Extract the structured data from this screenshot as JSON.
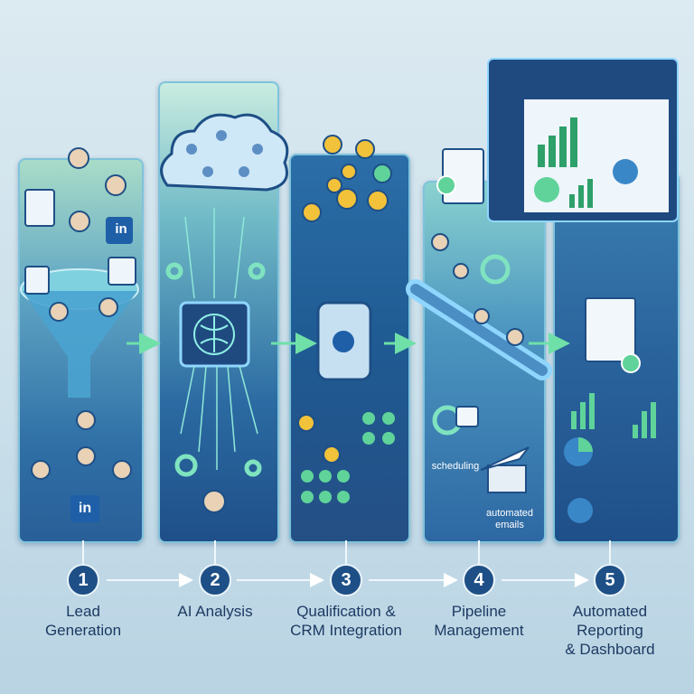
{
  "steps": [
    {
      "number": "1",
      "label_line1": "Lead",
      "label_line2": "Generation",
      "label_line3": ""
    },
    {
      "number": "2",
      "label_line1": "AI Analysis",
      "label_line2": "",
      "label_line3": ""
    },
    {
      "number": "3",
      "label_line1": "Qualification &",
      "label_line2": "CRM Integration",
      "label_line3": ""
    },
    {
      "number": "4",
      "label_line1": "Pipeline",
      "label_line2": "Management",
      "label_line3": ""
    },
    {
      "number": "5",
      "label_line1": "Automated",
      "label_line2": "Reporting",
      "label_line3": "& Dashboard"
    }
  ],
  "panel4": {
    "scheduling": "scheduling",
    "emails_line1": "automated",
    "emails_line2": "emails"
  },
  "logos": {
    "linkedin": "in"
  },
  "colors": {
    "navy": "#1e4f86",
    "green": "#5fd39a",
    "gold": "#f2c23a",
    "accent": "#7fc3dc"
  }
}
